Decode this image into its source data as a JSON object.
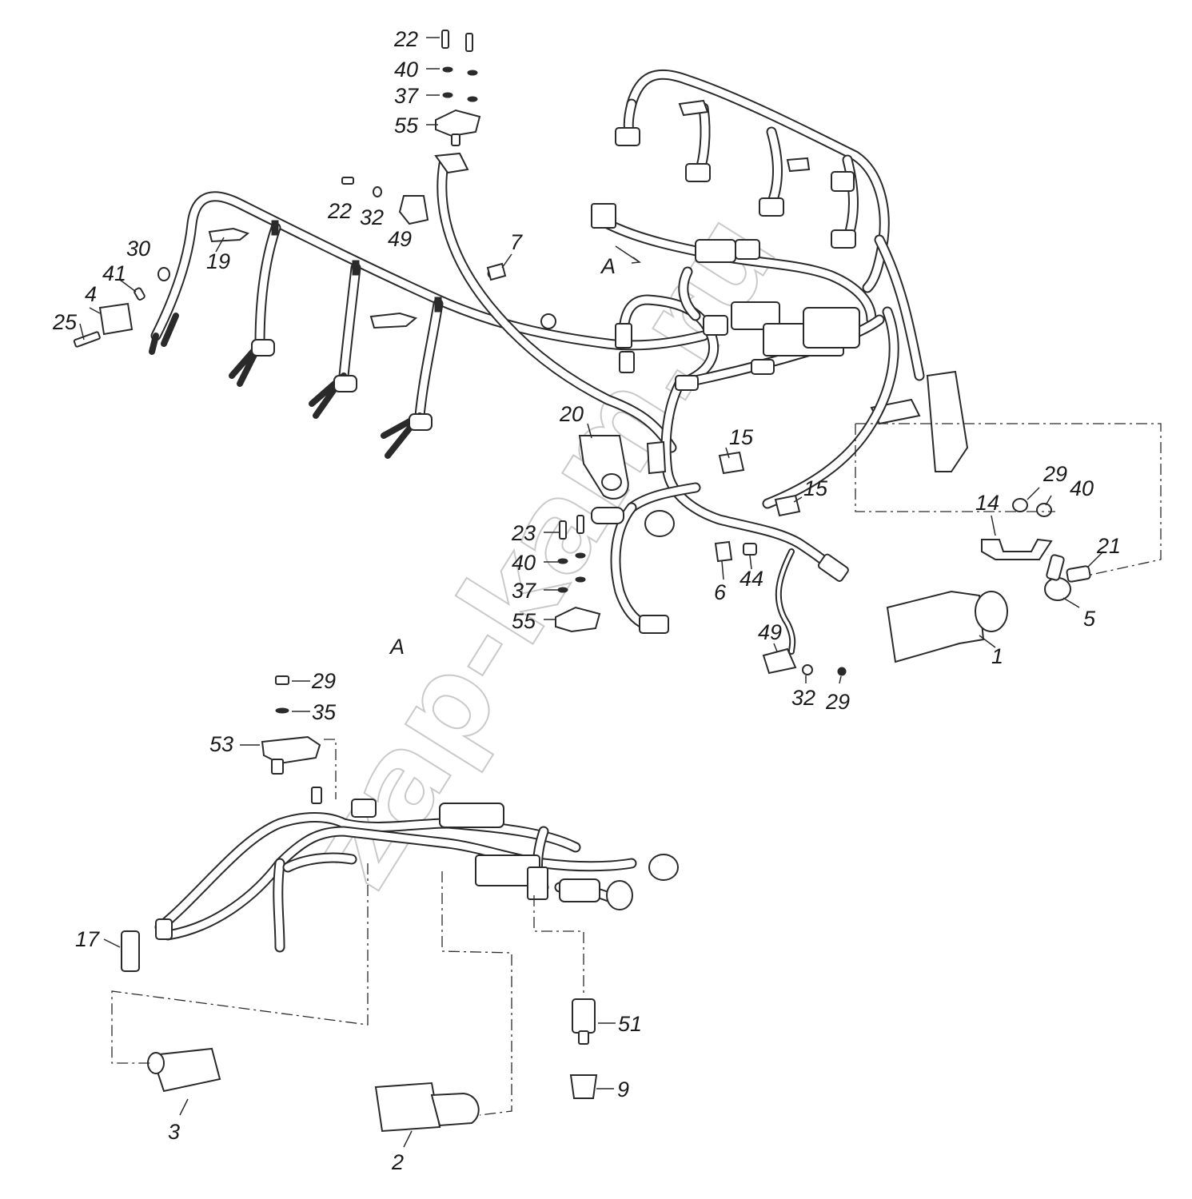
{
  "watermark": "zap-kam.ru",
  "view_label": "A",
  "view_marker": "A",
  "callouts": {
    "c22_top": "22",
    "c40_top": "40",
    "c37_top": "37",
    "c55_top": "55",
    "c22_mid": "22",
    "c32_mid": "32",
    "c49_mid": "49",
    "c30": "30",
    "c41": "41",
    "c4": "4",
    "c25": "25",
    "c19": "19",
    "c7": "7",
    "c20": "20",
    "c15_a": "15",
    "c15_b": "15",
    "c23": "23",
    "c40_mid": "40",
    "c37_mid": "37",
    "c55_mid": "55",
    "c6": "6",
    "c44": "44",
    "c49_low": "49",
    "c32_low": "32",
    "c29_low": "29",
    "c29_r": "29",
    "c40_r": "40",
    "c14": "14",
    "c21": "21",
    "c5": "5",
    "c1": "1",
    "c29_a": "29",
    "c35": "35",
    "c53": "53",
    "c17": "17",
    "c3": "3",
    "c2": "2",
    "c51": "51",
    "c9": "9"
  }
}
